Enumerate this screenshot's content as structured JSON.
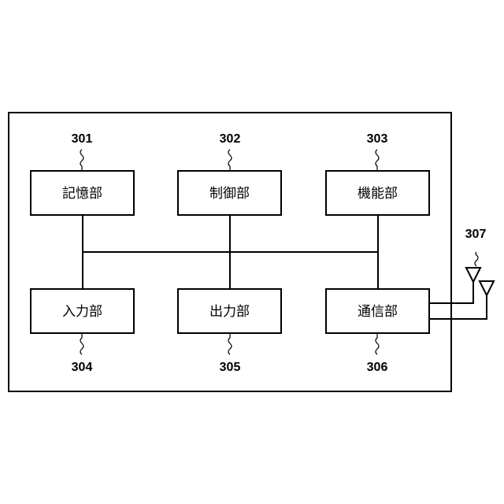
{
  "diagram": {
    "blocks": {
      "storage": {
        "ref": "301",
        "label": "記憶部"
      },
      "control": {
        "ref": "302",
        "label": "制御部"
      },
      "function": {
        "ref": "303",
        "label": "機能部"
      },
      "input": {
        "ref": "304",
        "label": "入力部"
      },
      "output": {
        "ref": "305",
        "label": "出力部"
      },
      "communication": {
        "ref": "306",
        "label": "通信部"
      }
    },
    "antenna": {
      "ref": "307"
    }
  }
}
